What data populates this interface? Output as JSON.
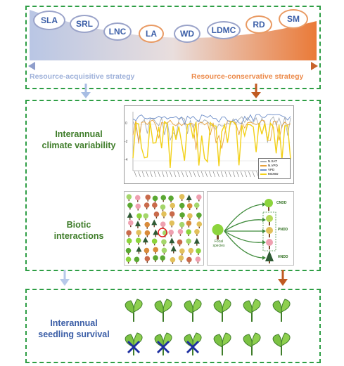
{
  "strategy_panel": {
    "traits": [
      "SLA",
      "SRL",
      "LNC",
      "LA",
      "WD",
      "LDMC",
      "RD",
      "SM"
    ],
    "acquisitive_label": "Resource-acquisitive strategy",
    "conservative_label": "Resource-conservative strategy",
    "colors": {
      "acquisitive": "#9db0d9",
      "conservative": "#e8793b"
    }
  },
  "drivers_panel": {
    "climate_title": "Interannual\nclimate variability",
    "biotic_title": "Biotic\ninteractions",
    "climate_chart": {
      "y_ticks": [
        "0",
        "-2",
        "-4"
      ],
      "legend": [
        {
          "name": "N.SAT",
          "color": "#a9aeb3"
        },
        {
          "name": "N.VPD",
          "color": "#e8a13a"
        },
        {
          "name": "VPD",
          "color": "#6f8fc9"
        },
        {
          "name": "MCWD",
          "color": "#f2d017"
        }
      ]
    },
    "network": {
      "focal_label": "Focal\nspecies",
      "outcomes": [
        "CNDD",
        "PNDD",
        "HNDD"
      ]
    }
  },
  "survival_panel": {
    "title": "Interannual\nseedling survival",
    "row1": [
      true,
      true,
      true,
      true,
      true,
      true
    ],
    "row2_dead": [
      true,
      true,
      true,
      false,
      false,
      false
    ]
  }
}
